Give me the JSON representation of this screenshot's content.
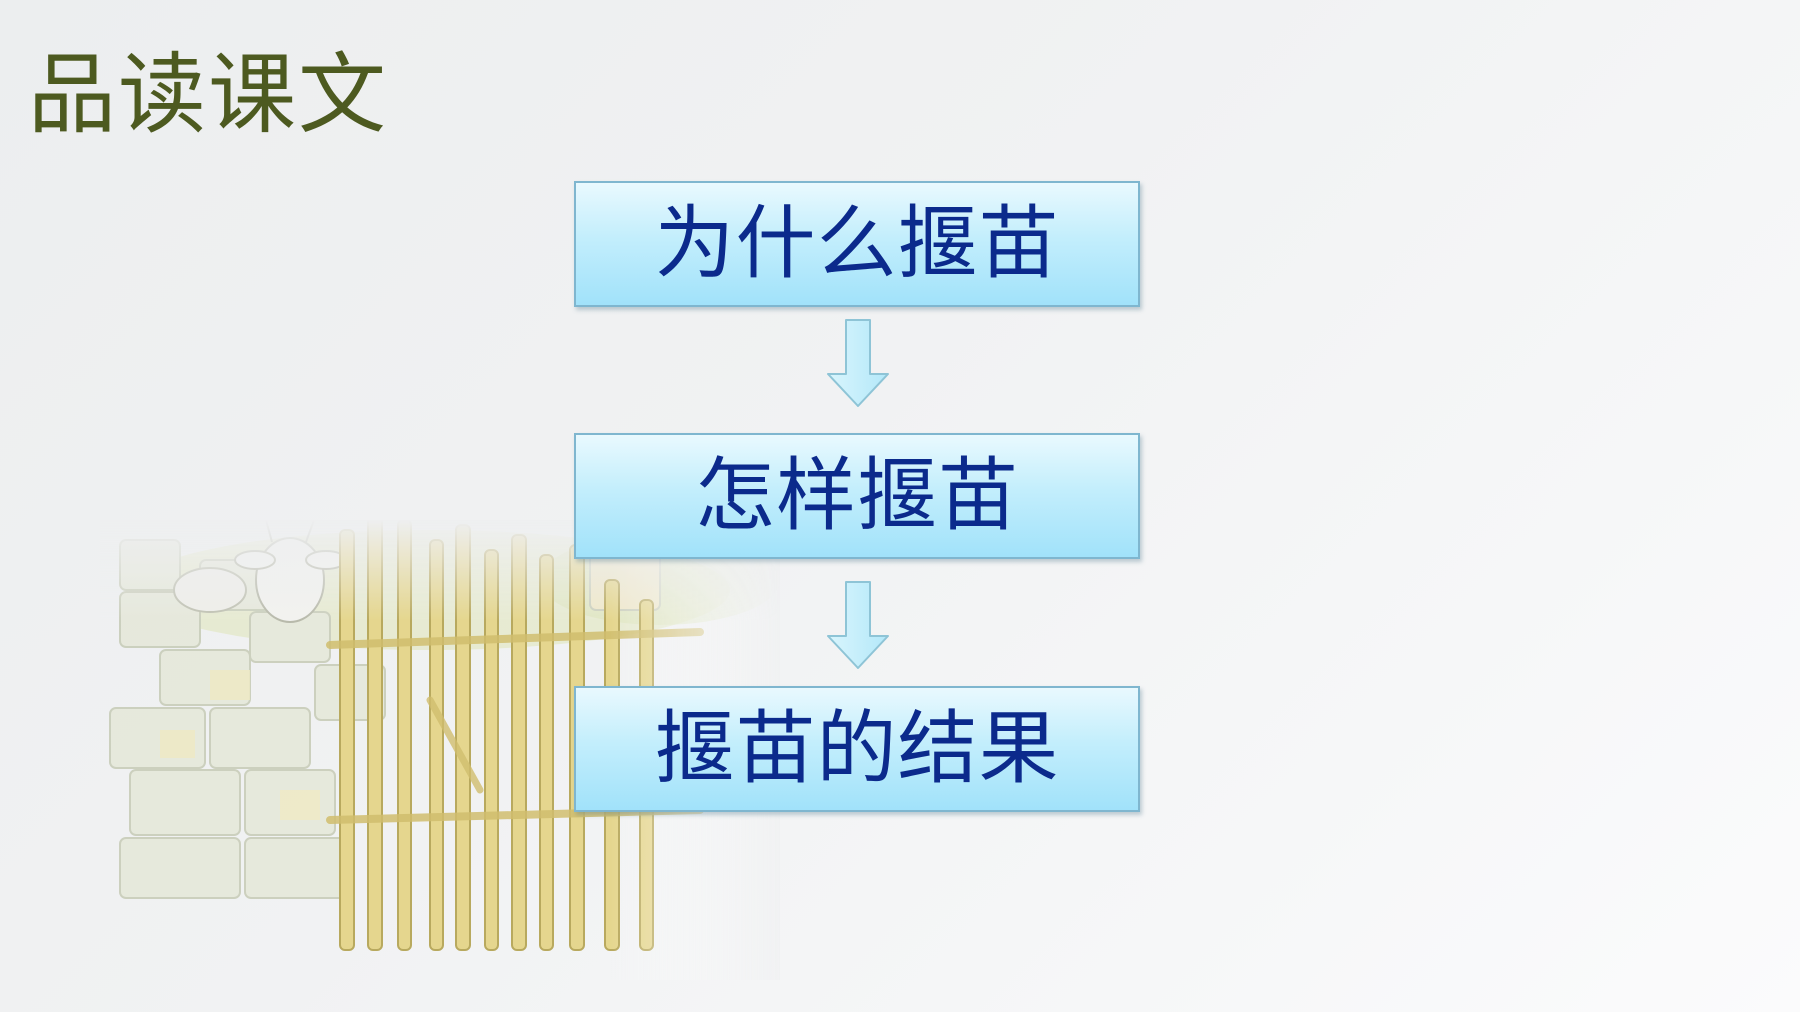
{
  "slide": {
    "title": "品读课文"
  },
  "flowchart": {
    "steps": [
      {
        "label": "为什么揠苗"
      },
      {
        "label": "怎样揠苗"
      },
      {
        "label": "揠苗的结果"
      }
    ],
    "colors": {
      "box_fill_top": "#e9f9fe",
      "box_fill_bottom": "#a1e2fa",
      "box_border": "#7fb6cf",
      "text": "#0b2a8c",
      "arrow_fill": "#c8f0fb",
      "title": "#4d5a20"
    },
    "connectors": [
      {
        "from": 0,
        "to": 1,
        "icon": "arrow-down-icon"
      },
      {
        "from": 1,
        "to": 2,
        "icon": "arrow-down-icon"
      }
    ]
  },
  "background": {
    "illustration": "fence-with-goat-illustration"
  }
}
